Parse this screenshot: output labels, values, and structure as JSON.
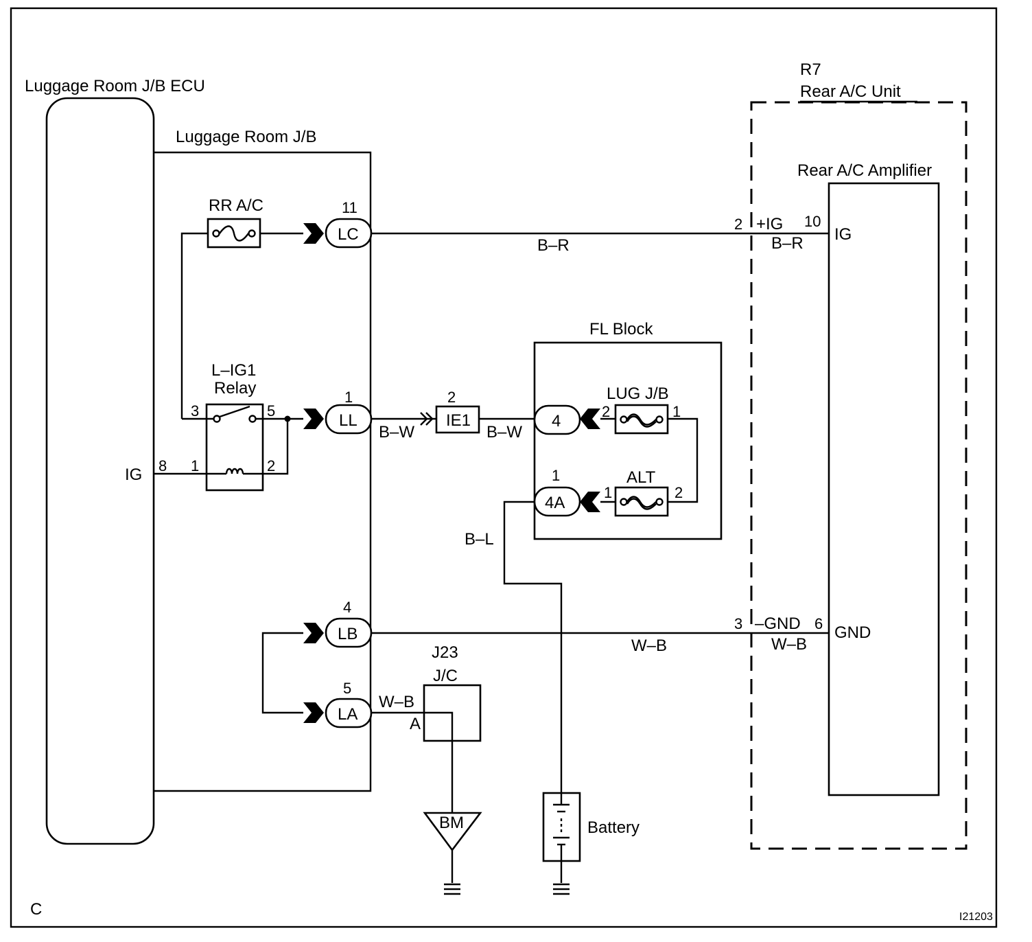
{
  "corner_label": "C",
  "figure_id": "I21203",
  "ecu": {
    "title": "Luggage Room J/B ECU",
    "ig_label": "IG"
  },
  "jb": {
    "title": "Luggage Room J/B"
  },
  "fuse_rr_ac": {
    "label": "RR A/C"
  },
  "relay": {
    "line1": "L–IG1",
    "line2": "Relay",
    "pin3": "3",
    "pin5": "5",
    "pin1": "1",
    "pin2": "2",
    "pin8": "8"
  },
  "connectors": {
    "lc": {
      "label": "LC",
      "pin": "11"
    },
    "ll": {
      "label": "LL",
      "pin": "1"
    },
    "lb": {
      "label": "LB",
      "pin": "4"
    },
    "la": {
      "label": "LA",
      "pin": "5"
    }
  },
  "ie1": {
    "label": "IE1",
    "pin": "2"
  },
  "fl_block": {
    "title": "FL Block",
    "conn4": "4",
    "conn4a": "4A",
    "conn4a_pin": "1",
    "lug_jb": {
      "label": "LUG J/B",
      "pin_left": "2",
      "pin_right": "1"
    },
    "alt": {
      "label": "ALT",
      "pin_left": "1",
      "pin_right": "2"
    }
  },
  "wires": {
    "br_main": "B–R",
    "br_r7": "B–R",
    "bw_left": "B–W",
    "bw_right": "B–W",
    "bl": "B–L",
    "wb_main": "W–B",
    "wb_r7": "W–B",
    "wb_la": "W–B"
  },
  "j23": {
    "line1": "J23",
    "line2": "J/C",
    "pin": "A"
  },
  "bm": {
    "label": "BM"
  },
  "battery": {
    "label": "Battery"
  },
  "r7": {
    "code": "R7",
    "title": "Rear A/C Unit",
    "amp_title": "Rear A/C Amplifier",
    "ig_pin_left": "2",
    "ig_term": "+IG",
    "ig_pin_right": "10",
    "ig_label": "IG",
    "gnd_pin_left": "3",
    "gnd_term": "–GND",
    "gnd_pin_right": "6",
    "gnd_label": "GND"
  }
}
